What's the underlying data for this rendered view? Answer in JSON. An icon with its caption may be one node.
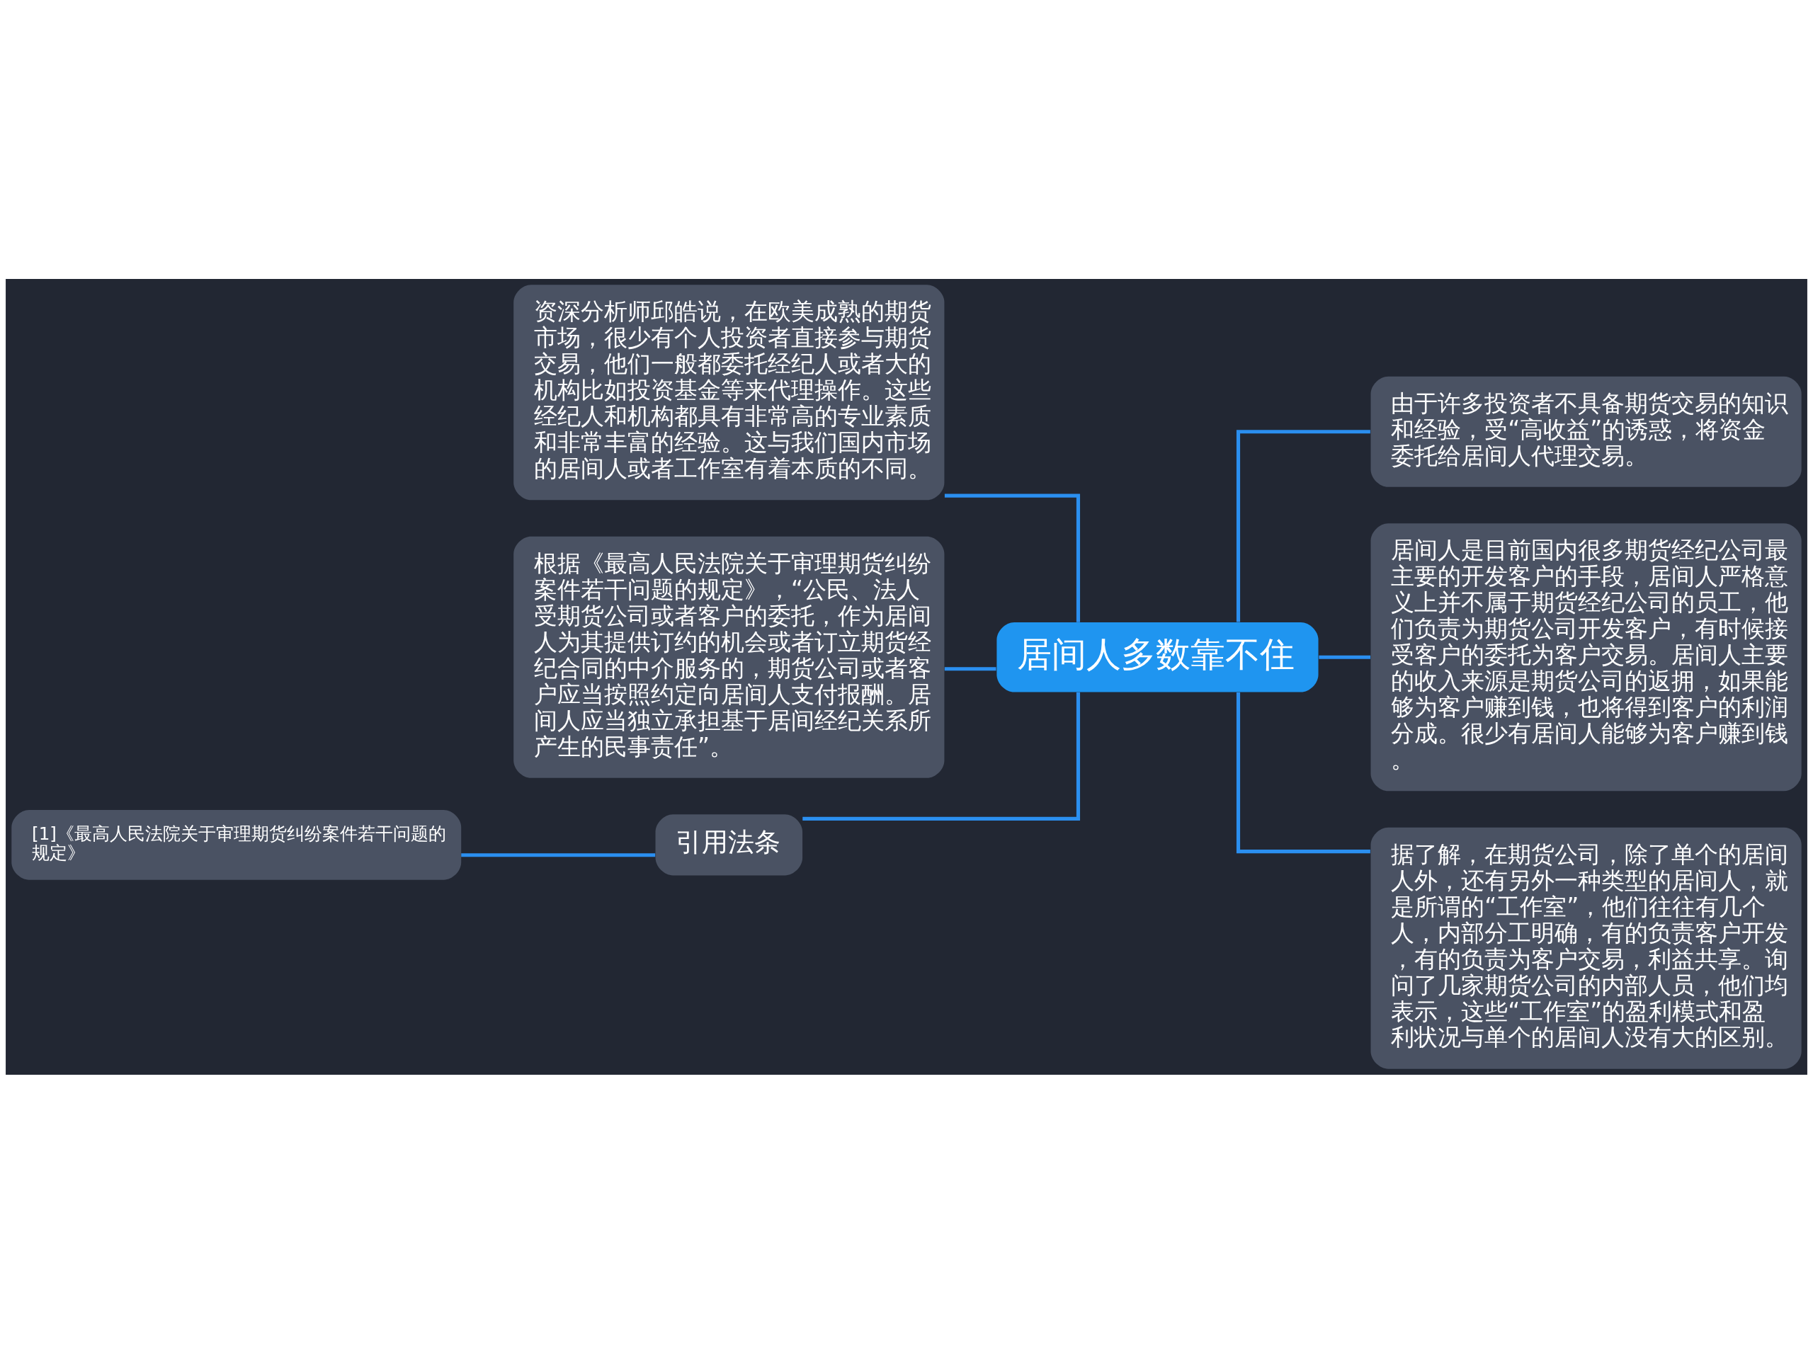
{
  "diagram": {
    "nodes": [
      {
        "text": [
          "居间人多数靠不住"
        ]
      },
      {
        "text": [
          "资深分析师邱皓说，在欧美成熟的期货市场，很少有个人投资者直接参与期货交易，他们一般都委托经纪人或者大的机构比如投资基金等来代理操作。这些经纪人和机构都具有非常高的专业素质和非常丰富的经验。这与我们国内市场的居间人或者工作室有着本质的不同。"
        ]
      },
      {
        "text": [
          "根据《最高人民法院关于审理期货纠纷案件若干问题的规定》，“公民、法人受期货公司或者客户的委托，作为居间人为其提供订约的机会或者订立期货经纪合同的中介服务的，期货公司或者客户应当按照约定向居间人支付报酬。居间人应当独立承担基于居间经纪关系所产生的民事责任”。"
        ]
      },
      {
        "text": [
          "引用法条"
        ]
      },
      {
        "text": [
          "[1]《最高人民法院关于审理期货纠纷案件若干问题的规定》"
        ]
      },
      {
        "text": [
          "由于许多投资者不具备期货交易的知识和经验，受“高收益”的诱惑，将资金委托给居间人代理交易。"
        ]
      },
      {
        "text": [
          "居间人是目前国内很多期货经纪公司最主要的开发客户的手段，居间人严格意义上并不属于期货经纪公司的员工，他们负责为期货公司开发客户，有时候接受客户的委托为客户交易。居间人主要的收入来源是期货公司的返拥，如果能够为客户赚到钱，也将得到客户的利润分成。很少有居间人能够为客户赚到钱。"
        ]
      },
      {
        "text": [
          "据了解，在期货公司，除了单个的居间人外，还有另外一种类型的居间人，就是所谓的“工作室”，他们往往有几个人，内部分工明确，有的负责客户开发，有的负责为客户交易，利益共享。询问了几家期货公司的内部人员，他们均表示，这些“工作室”的盈利模式和盈利状况与单个的居间人没有大的区别。"
        ]
      }
    ],
    "edges": [
      {
        "from": 0,
        "to": 1,
        "arrow": "none"
      },
      {
        "from": 0,
        "to": 2,
        "arrow": "none"
      },
      {
        "from": 0,
        "to": 3,
        "arrow": "none"
      },
      {
        "from": 3,
        "to": 4,
        "arrow": "none"
      },
      {
        "from": 0,
        "to": 5,
        "arrow": "none"
      },
      {
        "from": 0,
        "to": 6,
        "arrow": "none"
      },
      {
        "from": 0,
        "to": 7,
        "arrow": "none"
      }
    ]
  }
}
